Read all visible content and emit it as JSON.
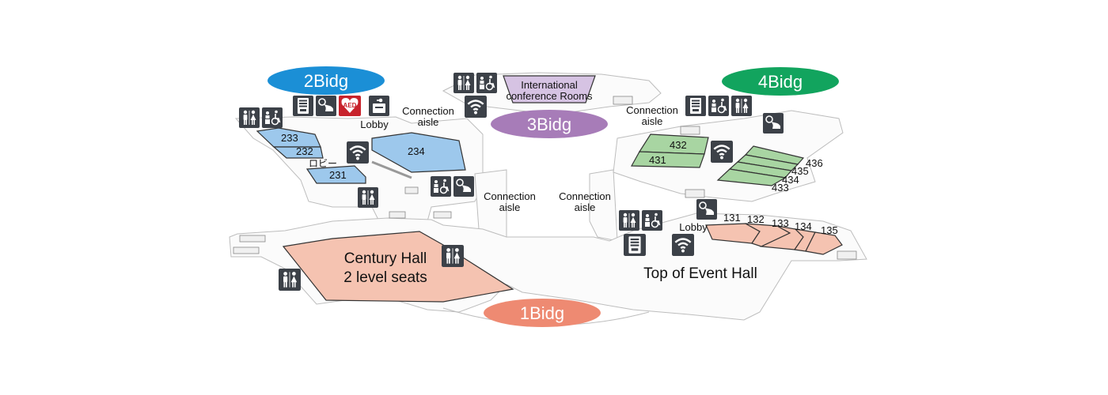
{
  "buildings": {
    "b1": {
      "label": "1Bidg",
      "color": "#ee8a72"
    },
    "b2": {
      "label": "2Bidg",
      "color": "#1b8fd6"
    },
    "b3": {
      "label": "3Bidg",
      "color": "#a77cb8"
    },
    "b4": {
      "label": "4Bidg",
      "color": "#12a45e"
    }
  },
  "rooms": {
    "r233": "233",
    "r232": "232",
    "r231": "231",
    "r234": "234",
    "r432": "432",
    "r431": "431",
    "r436": "436",
    "r435": "435",
    "r434": "434",
    "r433": "433",
    "r131": "131",
    "r132": "132",
    "r133": "133",
    "r134": "134",
    "r135": "135"
  },
  "labels": {
    "intl_line1": "International",
    "intl_line2": "conference Rooms",
    "century_line1": "Century Hall",
    "century_line2": "2 level seats",
    "event_hall": "Top of Event Hall",
    "lobby_2": "Lobby",
    "lobby_1": "Lobby",
    "lobby_jp": "ロビー",
    "conn_1_line1": "Connection",
    "conn_1_line2": "aisle",
    "conn_2_line1": "Connection",
    "conn_2_line2": "aisle",
    "conn_3_line1": "Connection",
    "conn_3_line2": "aisle",
    "conn_4_line1": "Connection",
    "conn_4_line2": "aisle",
    "aed": "AED"
  },
  "colors": {
    "icon_bg": "#3c4148",
    "room_blue": "#9dc8ec",
    "room_green": "#a8d5a2",
    "room_salmon": "#f5c3b1",
    "room_purple": "#d6c3e3",
    "aed_red": "#c8232c"
  },
  "icons": [
    "restroom-icon",
    "accessible-restroom-icon",
    "vending-machine-icon",
    "nursing-room-icon",
    "aed-icon",
    "locker-icon",
    "wifi-icon"
  ]
}
